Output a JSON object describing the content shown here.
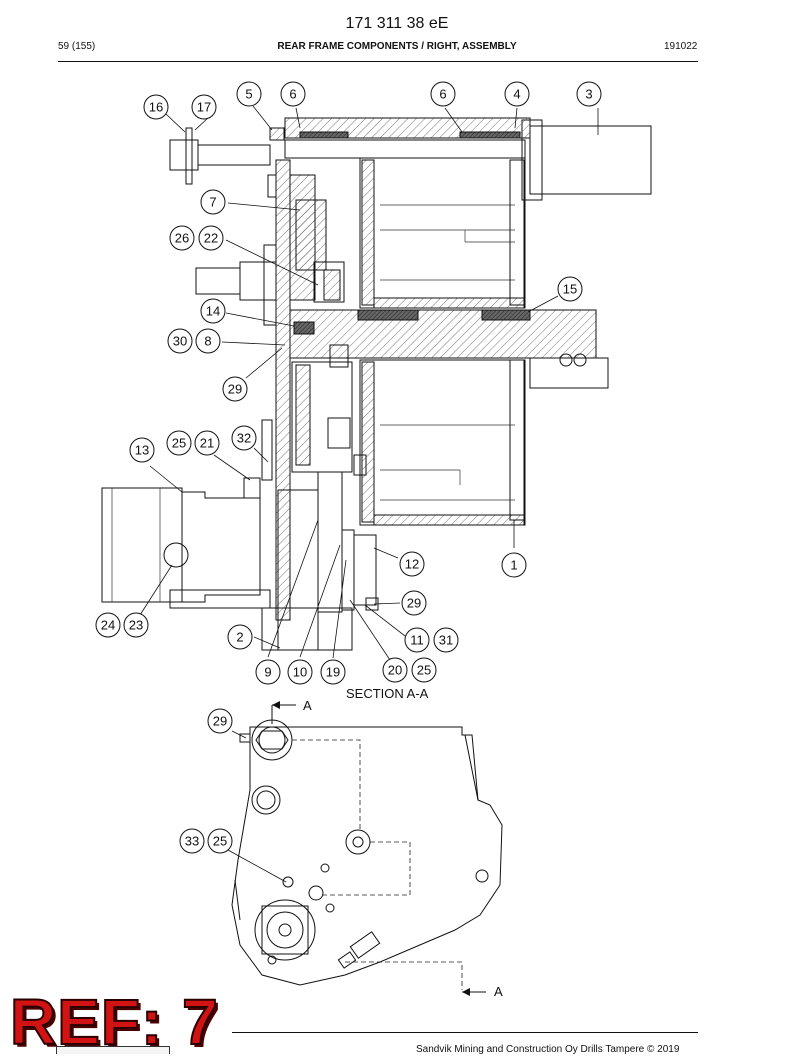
{
  "header": {
    "doc_number": "171 311 38 eE",
    "page": "59 (155)",
    "title": "REAR FRAME COMPONENTS / RIGHT, ASSEMBLY",
    "date_code": "191022"
  },
  "section_label": "SECTION A-A",
  "section_marker_letter": "A",
  "footer_text": "Sandvik Mining and Construction Oy Drills Tampere © 2019",
  "ref_stamp": "REF: 7",
  "callouts": [
    {
      "label": "16"
    },
    {
      "label": "17"
    },
    {
      "label": "5"
    },
    {
      "label": "6"
    },
    {
      "label": "6"
    },
    {
      "label": "4"
    },
    {
      "label": "3"
    },
    {
      "label": "7"
    },
    {
      "label": "26"
    },
    {
      "label": "22"
    },
    {
      "label": "15"
    },
    {
      "label": "14"
    },
    {
      "label": "30"
    },
    {
      "label": "8"
    },
    {
      "label": "29"
    },
    {
      "label": "13"
    },
    {
      "label": "25"
    },
    {
      "label": "21"
    },
    {
      "label": "32"
    },
    {
      "label": "12"
    },
    {
      "label": "1"
    },
    {
      "label": "29"
    },
    {
      "label": "24"
    },
    {
      "label": "23"
    },
    {
      "label": "2"
    },
    {
      "label": "11"
    },
    {
      "label": "31"
    },
    {
      "label": "9"
    },
    {
      "label": "10"
    },
    {
      "label": "19"
    },
    {
      "label": "20"
    },
    {
      "label": "25"
    },
    {
      "label": "29"
    },
    {
      "label": "33"
    },
    {
      "label": "25"
    }
  ]
}
